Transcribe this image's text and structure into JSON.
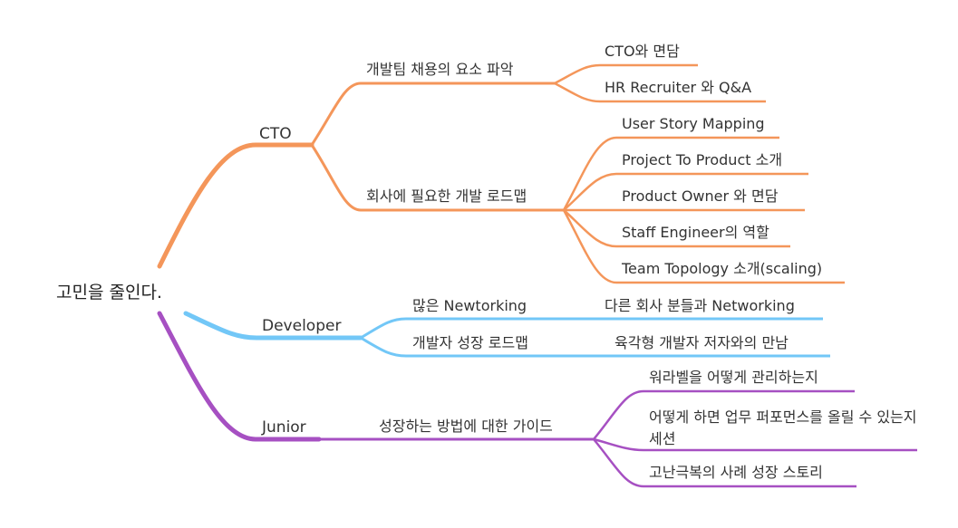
{
  "root": {
    "label": "고민을 줄인다."
  },
  "colors": {
    "cto": "#f4965a",
    "developer": "#72c7f7",
    "junior": "#a650c2"
  },
  "branches": [
    {
      "label": "CTO",
      "color": "#f4965a",
      "children": [
        {
          "label": "개발팀 채용의 요소 파악",
          "children": [
            "CTO와 면담",
            "HR Recruiter 와 Q&A"
          ]
        },
        {
          "label": "회사에 필요한 개발 로드맵",
          "children": [
            "User Story Mapping",
            "Project To Product 소개",
            "Product Owner 와 면담",
            "Staff Engineer의 역할",
            "Team Topology 소개(scaling)"
          ]
        }
      ]
    },
    {
      "label": "Developer",
      "color": "#72c7f7",
      "children": [
        {
          "label": "많은 Newtorking",
          "children": [
            "다른 회사 분들과 Networking"
          ]
        },
        {
          "label": "개발자 성장 로드맵",
          "children": [
            "육각형 개발자 저자와의 만남"
          ]
        }
      ]
    },
    {
      "label": "Junior",
      "color": "#a650c2",
      "children": [
        {
          "label": "성장하는 방법에 대한 가이드",
          "children": [
            "워라벨을 어떻게 관리하는지",
            "어떻게 하면 업무 퍼포먼스를 올릴 수 있는지 세션",
            "고난극복의 사례 성장 스토리"
          ]
        }
      ]
    }
  ]
}
